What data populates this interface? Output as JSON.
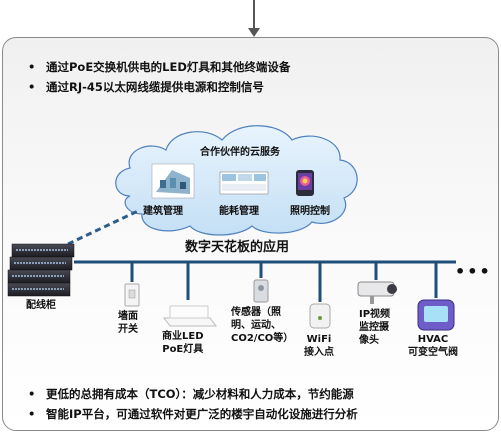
{
  "top_bullets": [
    "通过PoE交换机供电的LED灯具和其他终端设备",
    "通过RJ-45以太网线缆提供电源和控制信号"
  ],
  "cloud": {
    "title": "合作伙伴的云服务",
    "services": [
      "建筑管理",
      "能耗管理",
      "照明控制"
    ]
  },
  "switch_label": "配线柜",
  "bus_title": "数字天花板的应用",
  "more": "•••",
  "devices": [
    {
      "label": "墙面\n开关"
    },
    {
      "label": "商业LED\nPoE灯具"
    },
    {
      "label": "传感器（照\n明、运动、\nCO2/CO等）"
    },
    {
      "label": "WiFi\n接入点"
    },
    {
      "label": "IP视频\n监控摄\n像头"
    },
    {
      "label": "HVAC\n可变空气阀"
    }
  ],
  "bottom_bullets": [
    "更低的总拥有成本（TCO）：减少材料和人力成本，节约能源",
    "智能IP平台，可通过软件对更广泛的楼宇自动化设施进行分析"
  ],
  "bullet_char": "•",
  "colors": {
    "bus": "#1f4e79",
    "cloud_fill": "#d8ecfa",
    "cloud_stroke": "#4f81bd"
  }
}
